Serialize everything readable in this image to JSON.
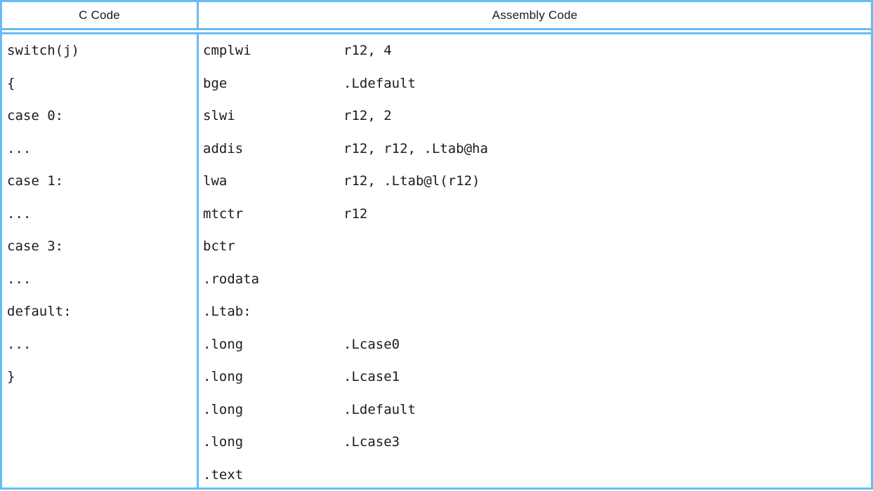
{
  "table": {
    "headers": {
      "c_code": "C Code",
      "assembly_code": "Assembly Code"
    },
    "colors": {
      "border": "#66bdf5",
      "text": "#1b1b1b",
      "background": "#ffffff"
    },
    "c_code_lines": [
      "switch(j)",
      "{",
      "case 0:",
      "...",
      "case 1:",
      "...",
      "case 3:",
      "...",
      "default:",
      "...",
      "}"
    ],
    "assembly_lines": [
      {
        "mnemonic": "cmplwi",
        "operand": "r12, 4"
      },
      {
        "mnemonic": "bge",
        "operand": ".Ldefault"
      },
      {
        "mnemonic": "slwi",
        "operand": "r12, 2"
      },
      {
        "mnemonic": "addis",
        "operand": "r12, r12, .Ltab@ha"
      },
      {
        "mnemonic": "lwa",
        "operand": "r12, .Ltab@l(r12)"
      },
      {
        "mnemonic": "mtctr",
        "operand": "r12"
      },
      {
        "mnemonic": "bctr",
        "operand": ""
      },
      {
        "mnemonic": ".rodata",
        "operand": ""
      },
      {
        "mnemonic": ".Ltab:",
        "operand": ""
      },
      {
        "mnemonic": ".long",
        "operand": ".Lcase0"
      },
      {
        "mnemonic": ".long",
        "operand": ".Lcase1"
      },
      {
        "mnemonic": ".long",
        "operand": ".Ldefault"
      },
      {
        "mnemonic": ".long",
        "operand": ".Lcase3"
      },
      {
        "mnemonic": ".text",
        "operand": ""
      }
    ]
  }
}
